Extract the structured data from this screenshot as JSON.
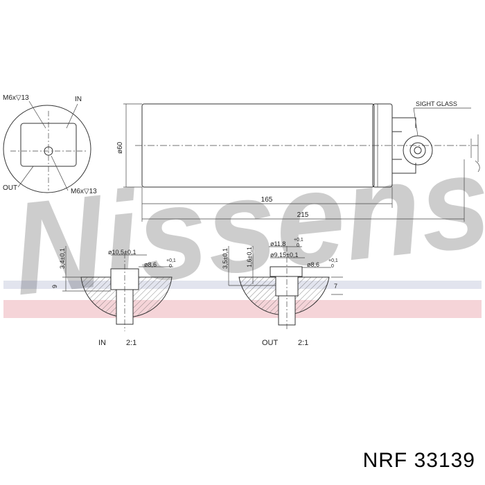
{
  "watermark": {
    "text": "Nissens",
    "color": "#3a4a8c"
  },
  "accent_stripe_color": "#e8a0a8",
  "end_view": {
    "label_thread_top": "M6x▽13",
    "label_in": "IN",
    "label_out": "OUT",
    "label_thread_bottom": "M6x▽13"
  },
  "side_view": {
    "diameter_label": "ø60",
    "sight_glass_label": "SIGHT  GLASS",
    "length_inner": "165",
    "length_total": "215"
  },
  "detail_in": {
    "dim_height": "3,4±0,1",
    "dim_depth": "9",
    "dim_outer_dia": "ø10,5±0,1",
    "dim_bore_dia": "ø8,6",
    "dim_bore_tol_upper": "+0,1",
    "dim_bore_tol_lower": "0",
    "caption": "IN",
    "scale": "2:1"
  },
  "detail_out": {
    "dim_height": "3,5±0,1",
    "dim_step": "1,6±0,1",
    "dim_depth": "7",
    "dim_outer_dia": "ø11,8",
    "dim_outer_tol_upper": "+0,1",
    "dim_outer_tol_lower": "0",
    "dim_mid_dia": "ø9,15±0,1",
    "dim_bore_dia": "ø8,6",
    "dim_bore_tol_upper": "+0,1",
    "dim_bore_tol_lower": "0",
    "caption": "OUT",
    "scale": "2:1"
  },
  "part_number": "NRF  33139"
}
